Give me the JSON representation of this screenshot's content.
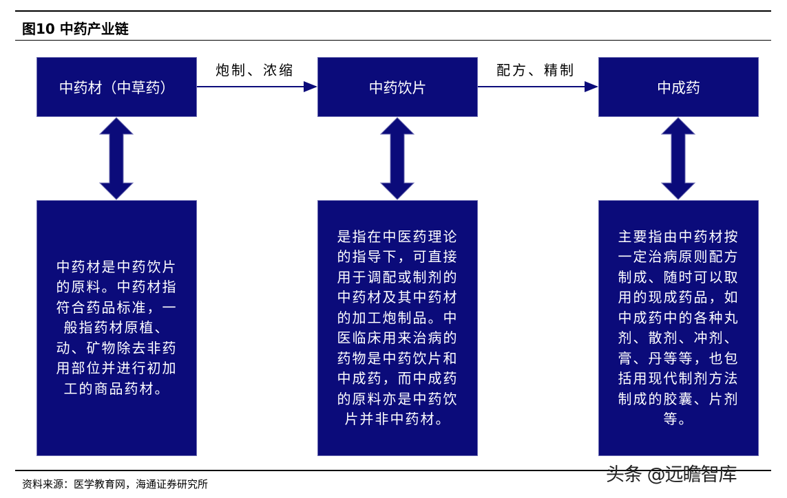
{
  "figure_title": "图10 中药产业链",
  "nodes": [
    {
      "label": "中药材（中草药）",
      "description_lines": [
        "中药材是中药饮片",
        "的原料。中药材指",
        "符合药品标准，一",
        "般指药材原植、",
        "动、矿物除去非药",
        "用部位并进行初加",
        "工的商品药材。"
      ]
    },
    {
      "label": "中药饮片",
      "description_lines": [
        "是指在中医药理论",
        "的指导下，可直接",
        "用于调配或制剂的",
        "中药材及其中药材",
        "的加工炮制品。中",
        "医临床用来治病的",
        "药物是中药饮片和",
        "中成药，而中成药",
        "的原料亦是中药饮",
        "片并非中药材。"
      ]
    },
    {
      "label": "中成药",
      "description_lines": [
        "主要指由中药材按",
        "一定治病原则配方",
        "制成、随时可以取",
        "用的现成药品，如",
        "中成药中的各种丸",
        "剂、散剂、冲剂、",
        "膏、丹等等，也包",
        "括用现代制剂方法",
        "制成的胶囊、片剂",
        "等。"
      ]
    }
  ],
  "edges": [
    {
      "label": "炮制、浓缩"
    },
    {
      "label": "配方、精制"
    }
  ],
  "source": "资料来源：医学教育网，海通证券研究所",
  "watermark": "头条 @远瞻智库",
  "colors": {
    "box": "#0b0b7a",
    "arrow": "#0b0b7a"
  }
}
